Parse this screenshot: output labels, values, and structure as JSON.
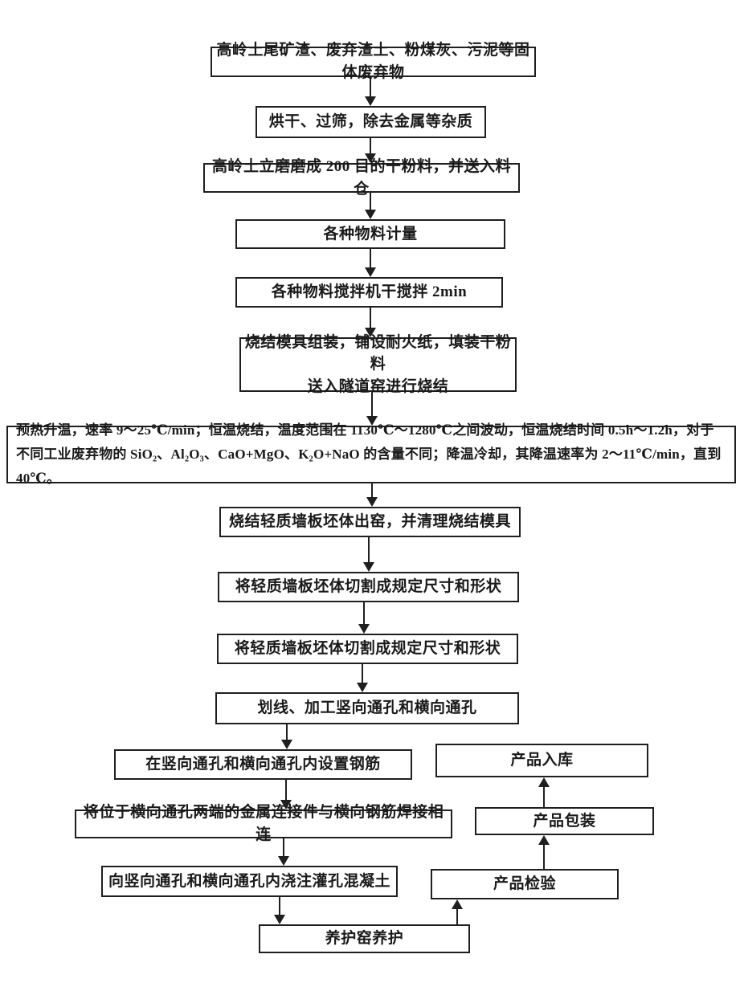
{
  "flowchart": {
    "colors": {
      "line": "#1f1f1f",
      "background": "#ffffff",
      "box_background": "#ffffff",
      "text": "#1a1a1a"
    },
    "nodes": {
      "solid_waste": {
        "label": "高岭土尾矿渣、废弃渣土、粉煤灰、污泥等固体废弃物"
      },
      "dry_sieve": {
        "label": "烘干、过筛，除去金属等杂质"
      },
      "grind": {
        "label": "高岭土立磨磨成 200 目的干粉料，并送入料仓"
      },
      "metering": {
        "label": "各种物料计量"
      },
      "mixing": {
        "label": "各种物料搅拌机干搅拌 2min"
      },
      "mold_assembly": {
        "line1": "烧结模具组装，铺设耐火纸，填装干粉料",
        "line2": "送入隧道窑进行烧结"
      },
      "sintering": {
        "line1": "预热升温，速率 9～25℃/min；恒温烧结，温度范围在 1130℃～1280℃之间波动，恒温烧结时间 0.5h～1.2h，对于",
        "line2": "不同工业废弃物的 SiO₂、Al₂O₃、CaO+MgO、K₂O+NaO 的含量不同；降温冷却，其降温速率为 2～11℃/min，直到 40℃。"
      },
      "kiln_exit": {
        "label": "烧结轻质墙板坯体出窑，并清理烧结模具"
      },
      "cutting_1": {
        "label": "将轻质墙板坯体切割成规定尺寸和形状"
      },
      "cutting_2": {
        "label": "将轻质墙板坯体切割成规定尺寸和形状"
      },
      "scribing": {
        "label": "划线、加工竖向通孔和横向通孔"
      },
      "rebar": {
        "label": "在竖向通孔和横向通孔内设置钢筋"
      },
      "welding": {
        "label": "将位于横向通孔两端的金属连接件与横向钢筋焊接相连"
      },
      "grouting": {
        "label": "向竖向通孔和横向通孔内浇注灌孔混凝土"
      },
      "curing": {
        "label": "养护窑养护"
      },
      "inspection": {
        "label": "产品检验"
      },
      "packaging": {
        "label": "产品包装"
      },
      "warehousing": {
        "label": "产品入库"
      }
    }
  }
}
